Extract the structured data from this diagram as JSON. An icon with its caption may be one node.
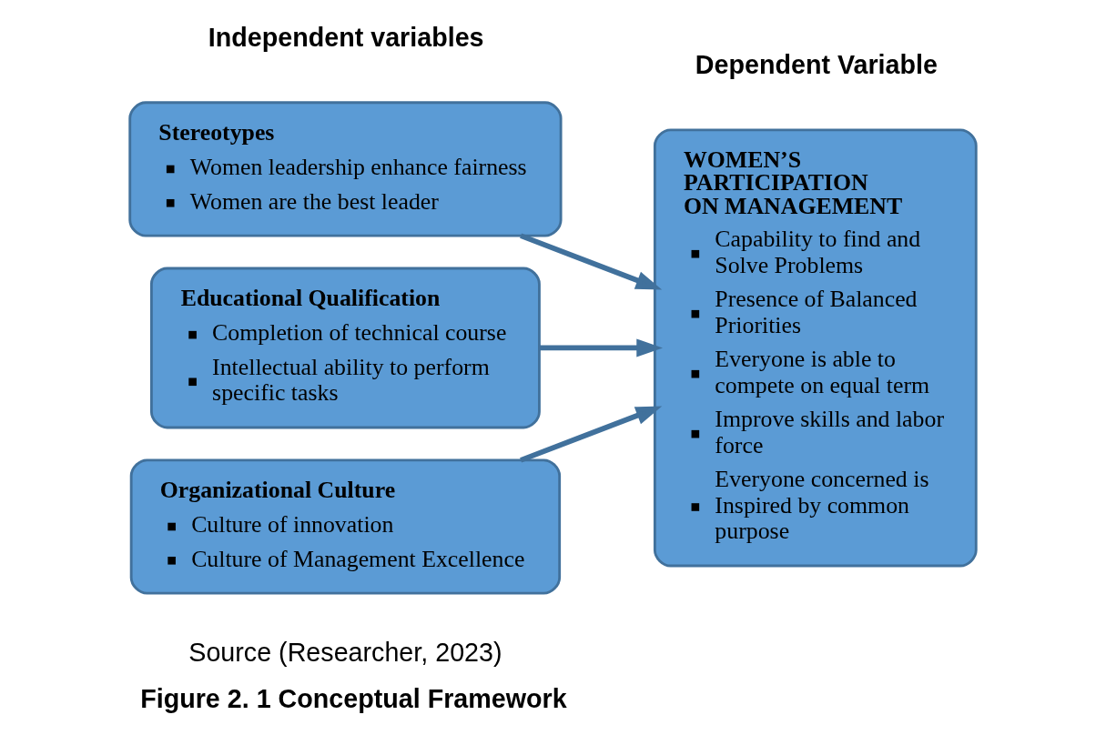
{
  "diagram": {
    "caption": "Figure 2. 1 Conceptual Framework",
    "nodes": [
      {
        "text": [
          "Stereotypes",
          "Women leadership enhance fairness",
          "Women are the best leader"
        ]
      },
      {
        "text": [
          "Educational Qualification",
          "Completion of technical course",
          "Intellectual ability to perform specific tasks"
        ]
      },
      {
        "text": [
          "Organizational Culture",
          "Culture of innovation",
          "Culture of Management Excellence"
        ]
      },
      {
        "text": [
          "WOMEN’S PARTICIPATION ON MANAGEMENT",
          "Capability to find and Solve Problems",
          "Presence of Balanced Priorities",
          "Everyone is able to compete on equal term",
          "Improve skills and labor force",
          "Everyone concerned is Inspired by common purpose"
        ]
      }
    ],
    "edges": [
      {
        "from": 0,
        "to": 3,
        "arrow": "to"
      },
      {
        "from": 1,
        "to": 3,
        "arrow": "to"
      },
      {
        "from": 2,
        "to": 3,
        "arrow": "to"
      }
    ],
    "labels": [
      "Independent variables",
      "Dependent Variable",
      "Source (Researcher, 2023)"
    ]
  }
}
